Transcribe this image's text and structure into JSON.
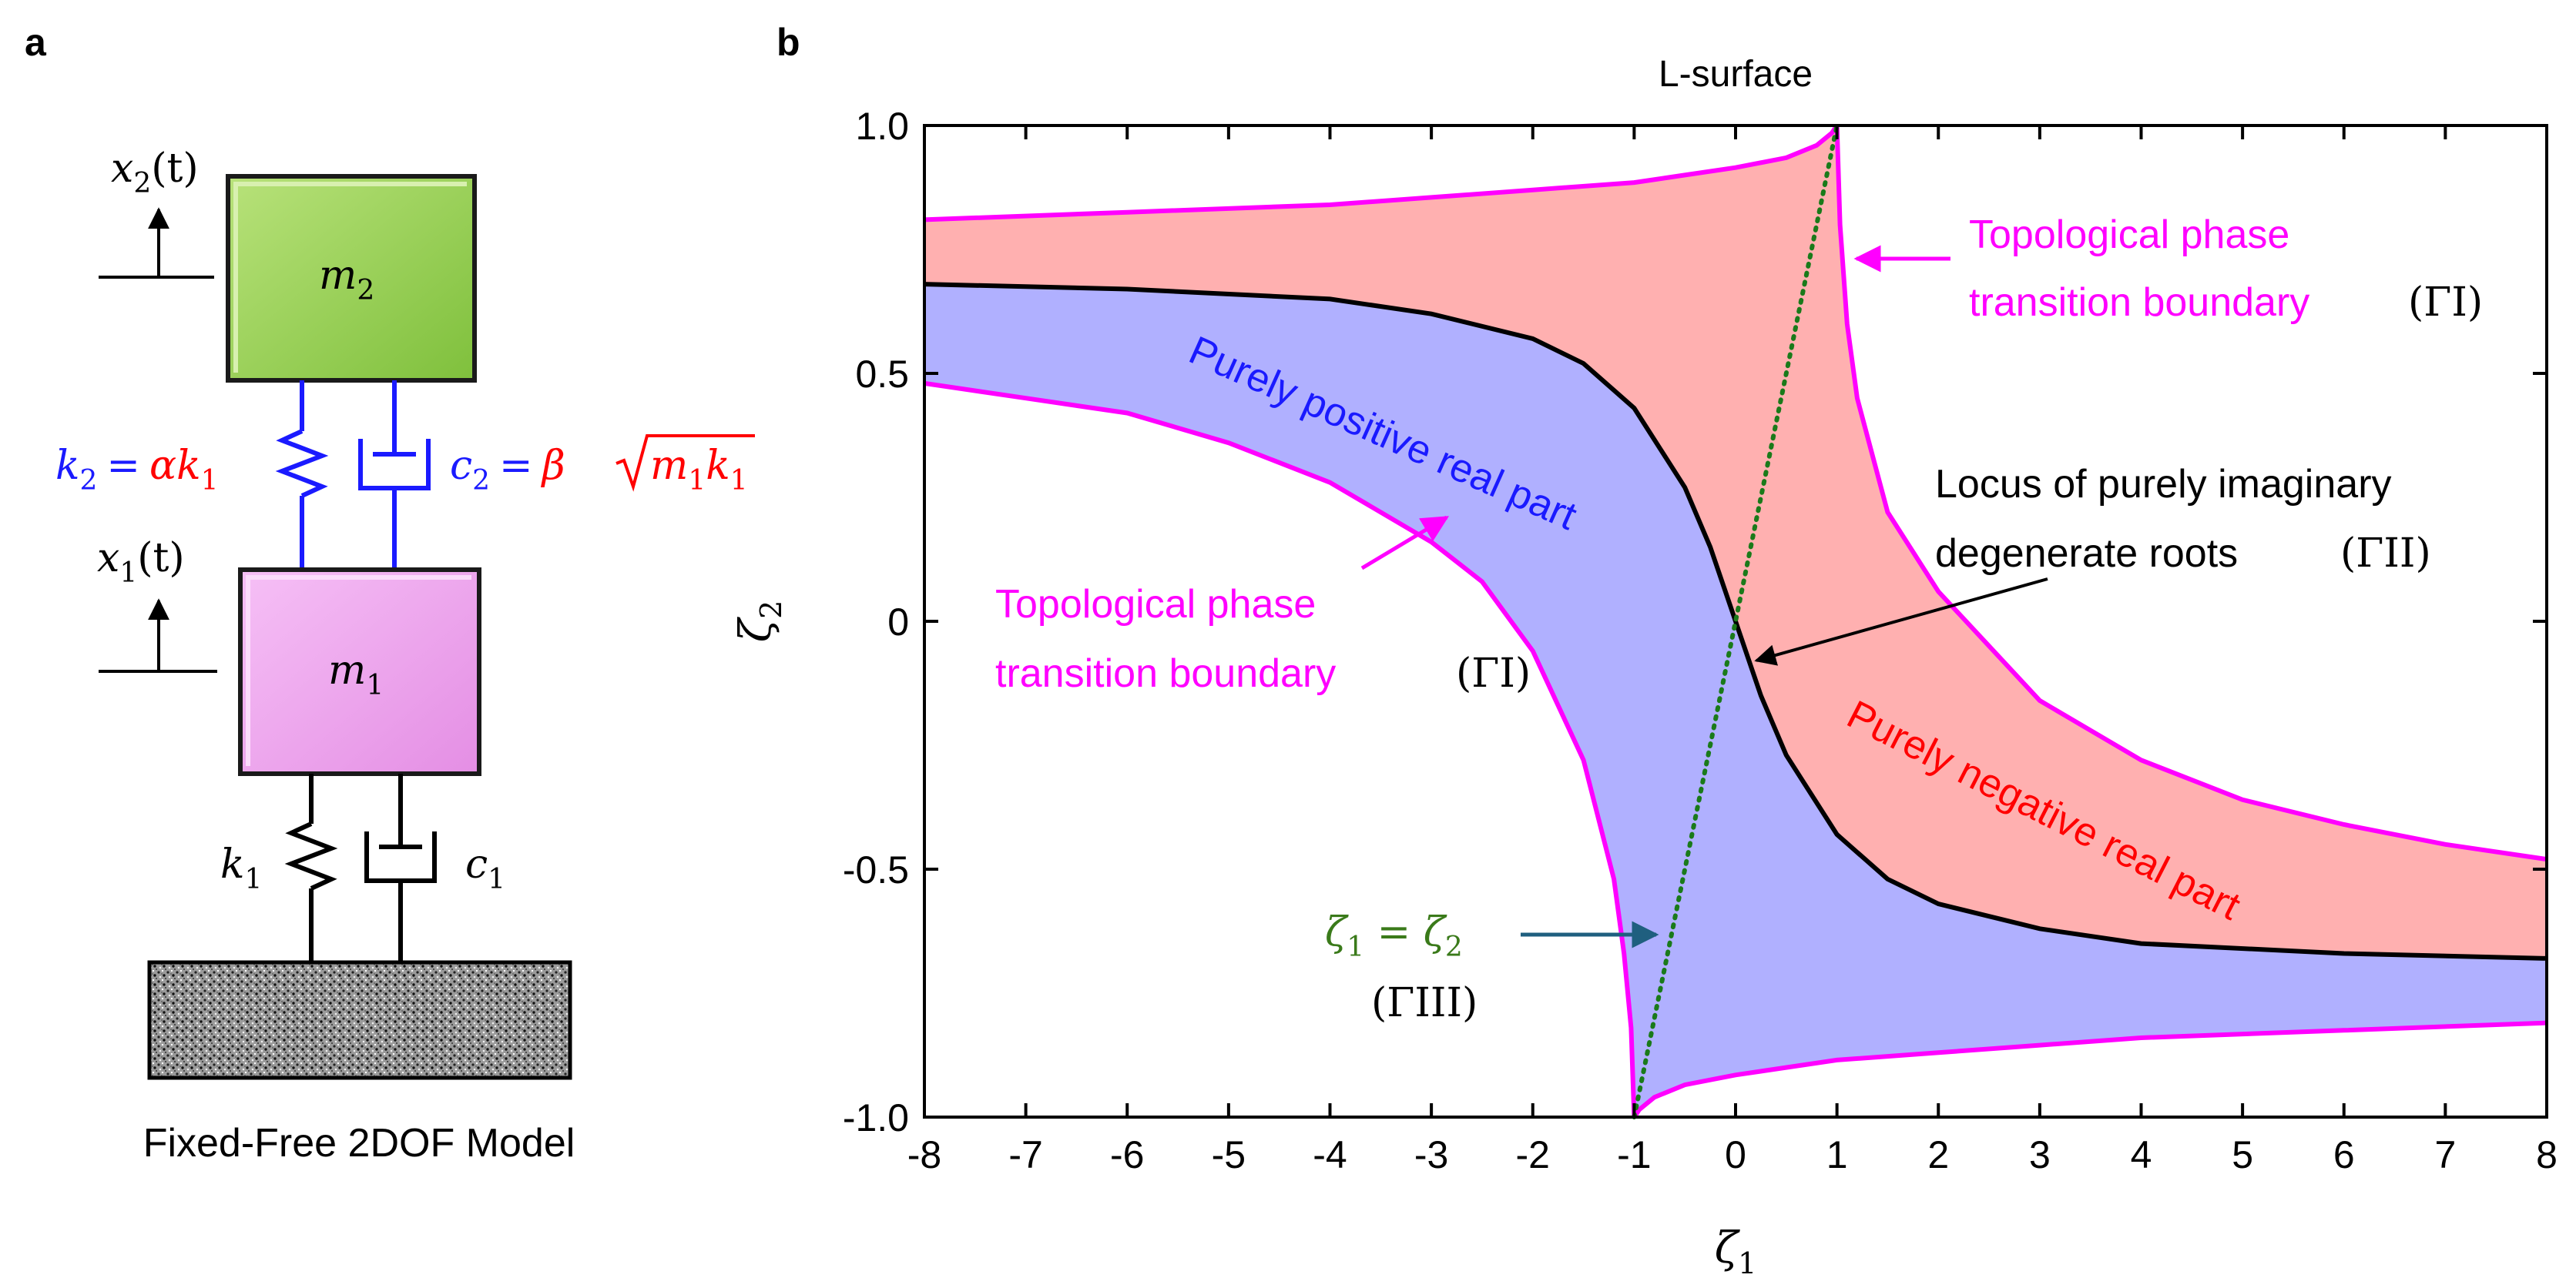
{
  "panel_a": {
    "label": "a",
    "caption": "Fixed-Free 2DOF Model",
    "mass_top": {
      "sym": "m",
      "sub": "2"
    },
    "mass_bottom": {
      "sym": "m",
      "sub": "1"
    },
    "disp_top": {
      "sym": "x",
      "sub": "2",
      "arg": "(t)"
    },
    "disp_bottom": {
      "sym": "x",
      "sub": "1",
      "arg": "(t)"
    },
    "spring_top": {
      "lhs": "k",
      "lhs_sub": "2",
      "eq": "=",
      "rhs_coef": "α",
      "rhs": "k",
      "rhs_sub": "1"
    },
    "damper_top": {
      "lhs": "c",
      "lhs_sub": "2",
      "eq": "=",
      "rhs_coef": "β",
      "rad_a": "m",
      "rad_a_sub": "1",
      "rad_b": "k",
      "rad_b_sub": "1"
    },
    "spring_bottom": {
      "sym": "k",
      "sub": "1"
    },
    "damper_bottom": {
      "sym": "c",
      "sub": "1"
    },
    "colors": {
      "mass_top": "#92d050",
      "mass_bottom": "#f0a0f0",
      "upper_link": "#1a1aff",
      "coef": "#ff0000"
    }
  },
  "panel_b": {
    "label": "b",
    "annotations": {
      "pos_region": "Purely positive real part",
      "neg_region": "Purely negative real part",
      "topo_right_1": "Topological phase",
      "topo_right_2": "transition boundary",
      "topo_left_1": "Topological phase",
      "topo_left_2": "transition boundary",
      "gamma_1": "(ΓI)",
      "gamma_1b": "(ΓI)",
      "locus_1": "Locus of purely imaginary",
      "locus_2": "degenerate roots",
      "gamma_2": "(ΓII)",
      "diag_eq": "ζ1 = ζ2",
      "gamma_3": "(ΓIII)"
    }
  },
  "chart_data": {
    "type": "area",
    "title": "L-surface",
    "xlabel": "ζ1",
    "ylabel": "ζ2",
    "xlim": [
      -8,
      8
    ],
    "ylim": [
      -1,
      1
    ],
    "xticks": [
      -8,
      -7,
      -6,
      -5,
      -4,
      -3,
      -2,
      -1,
      0,
      1,
      2,
      3,
      4,
      5,
      6,
      7,
      8
    ],
    "xtick_labels": [
      "-8",
      "-7",
      "-6",
      "-5",
      "-4",
      "-3",
      "-2",
      "-1",
      "0",
      "1",
      "2",
      "3",
      "4",
      "5",
      "6",
      "7",
      "8"
    ],
    "yticks": [
      -1,
      -0.5,
      0,
      0.5,
      1
    ],
    "ytick_labels": [
      "-1.0",
      "-0.5",
      "0",
      "0.5",
      "1.0"
    ],
    "grid": false,
    "series": [
      {
        "name": "Topological phase transition boundary (ΓI)",
        "role": "upper-boundary",
        "color": "#ff00ff",
        "x": [
          -8,
          -6,
          -4,
          -3,
          -2,
          -1,
          -0.5,
          0,
          0.5,
          0.8,
          0.95,
          1.0
        ],
        "y": [
          0.81,
          0.825,
          0.84,
          0.855,
          0.87,
          0.885,
          0.9,
          0.915,
          0.935,
          0.96,
          0.985,
          1.0
        ]
      },
      {
        "name": "Topological phase transition boundary (ΓI)",
        "role": "right-boundary",
        "color": "#ff00ff",
        "x": [
          1.0,
          1.03,
          1.1,
          1.2,
          1.5,
          2,
          3,
          4,
          5,
          6,
          7,
          8
        ],
        "y": [
          1.0,
          0.8,
          0.6,
          0.45,
          0.22,
          0.06,
          -0.16,
          -0.28,
          -0.36,
          -0.41,
          -0.45,
          -0.48
        ]
      },
      {
        "name": "Topological phase transition boundary (ΓI)",
        "role": "left-boundary",
        "color": "#ff00ff",
        "x": [
          -8,
          -7,
          -6,
          -5,
          -4,
          -3,
          -2.5,
          -2,
          -1.5,
          -1.2,
          -1.1,
          -1.03,
          -1.0
        ],
        "y": [
          0.48,
          0.45,
          0.42,
          0.36,
          0.28,
          0.16,
          0.08,
          -0.06,
          -0.28,
          -0.52,
          -0.67,
          -0.82,
          -1.0
        ]
      },
      {
        "name": "Topological phase transition boundary (ΓI)",
        "role": "lower-boundary",
        "color": "#ff00ff",
        "x": [
          -1.0,
          -0.95,
          -0.8,
          -0.5,
          0,
          1,
          2,
          3,
          4,
          6,
          8
        ],
        "y": [
          -1.0,
          -0.985,
          -0.96,
          -0.935,
          -0.915,
          -0.885,
          -0.87,
          -0.855,
          -0.84,
          -0.825,
          -0.81
        ]
      },
      {
        "name": "Locus of purely imaginary degenerate roots (ΓII)",
        "role": "locus",
        "color": "#000000",
        "x": [
          -8,
          -6,
          -4,
          -3,
          -2,
          -1.5,
          -1,
          -0.5,
          -0.25,
          0,
          0.25,
          0.5,
          1,
          1.5,
          2,
          3,
          4,
          6,
          8
        ],
        "y": [
          0.68,
          0.67,
          0.65,
          0.62,
          0.57,
          0.52,
          0.43,
          0.27,
          0.15,
          0.0,
          -0.15,
          -0.27,
          -0.43,
          -0.52,
          -0.57,
          -0.62,
          -0.65,
          -0.67,
          -0.68
        ]
      },
      {
        "name": "ζ1 = ζ2 (ΓIII)",
        "role": "diagonal",
        "color": "#1a7a1a",
        "x": [
          -1,
          1
        ],
        "y": [
          -1,
          1
        ]
      }
    ],
    "regions": [
      {
        "name": "Purely positive real part",
        "color": "#b0b0ff"
      },
      {
        "name": "Purely negative real part",
        "color": "#ffb0b0"
      }
    ]
  }
}
